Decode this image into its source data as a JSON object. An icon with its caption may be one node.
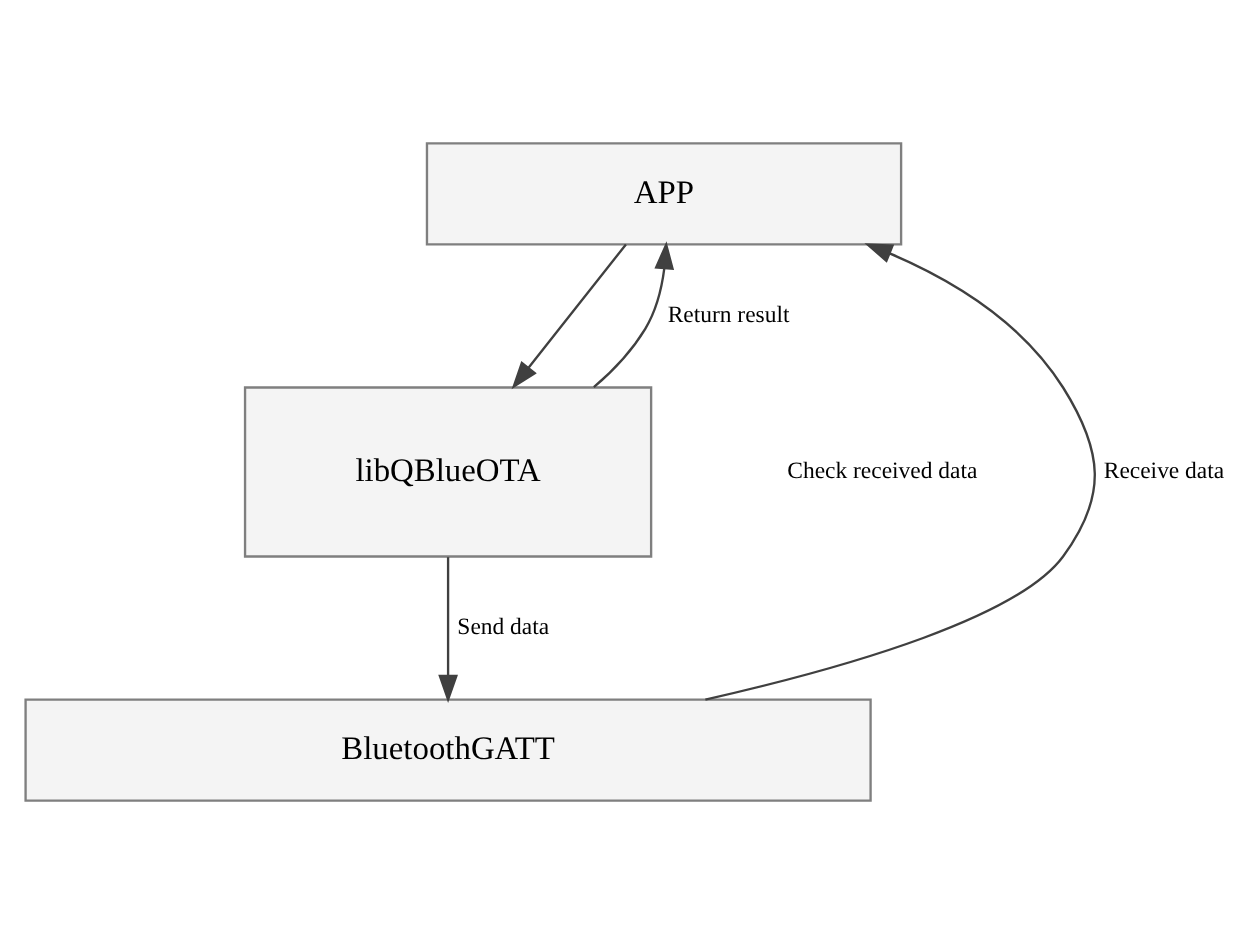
{
  "diagram": {
    "nodes": [
      {
        "text": [
          "APP"
        ]
      },
      {
        "text": [
          "libQBlueOTA"
        ]
      },
      {
        "text": [
          "BluetoothGATT"
        ]
      }
    ],
    "edges": [
      {
        "from": 0,
        "to": 1,
        "arrow": "to"
      },
      {
        "from": 1,
        "to": 0,
        "arrow": "to",
        "label": "Return result"
      },
      {
        "from": 1,
        "to": 2,
        "arrow": "to",
        "label": "Send data"
      },
      {
        "from": 2,
        "to": 0,
        "arrow": "to",
        "label": "Receive data"
      }
    ],
    "labels": [
      "Check received data"
    ]
  }
}
